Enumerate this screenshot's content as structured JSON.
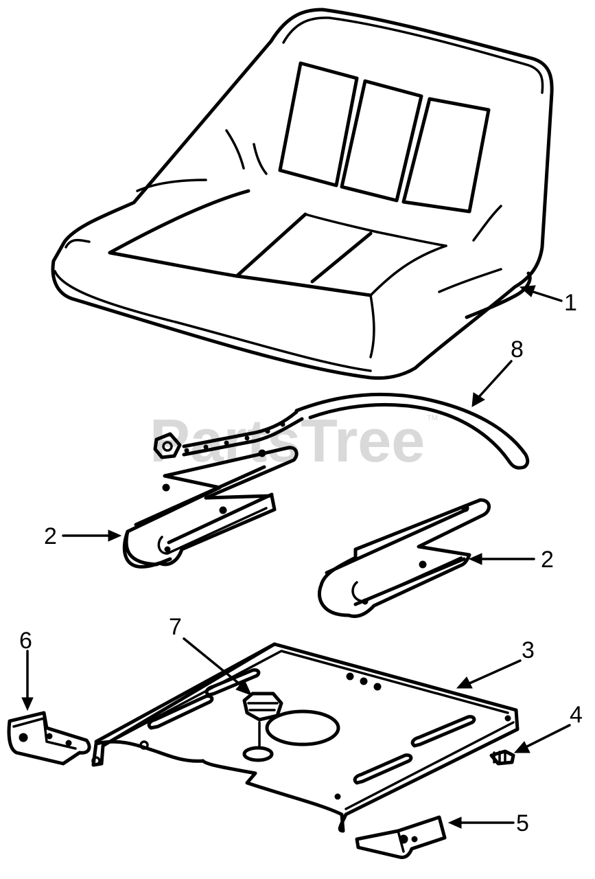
{
  "watermark": {
    "text": "PartsTree",
    "tm": "TM"
  },
  "callouts": {
    "c1": "1",
    "c2a": "2",
    "c2b": "2",
    "c3": "3",
    "c4": "4",
    "c5": "5",
    "c6": "6",
    "c7": "7",
    "c8": "8"
  }
}
